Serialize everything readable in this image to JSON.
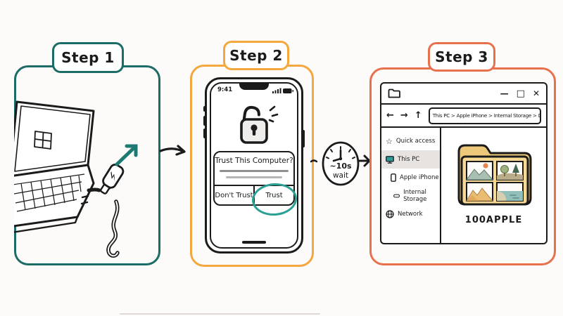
{
  "colors": {
    "step1_teal": "#1b6b66",
    "step2_amber": "#f3a73c",
    "step3_coral": "#e8714d",
    "trust_circle_teal": "#2aa094",
    "ink": "#1b1b1b",
    "folder_fill": "#f7d993",
    "folder_front": "#f9e0a0",
    "sidebar_highlight": "#e6e3e0"
  },
  "steps": [
    {
      "label": "Step 1"
    },
    {
      "label": "Step 2"
    },
    {
      "label": "Step 3"
    }
  ],
  "phone": {
    "status_time": "9:41",
    "dialog": {
      "title": "Trust This Computer?",
      "buttons": [
        {
          "label": "Don't Trust"
        },
        {
          "label": "Trust",
          "circled": true
        }
      ]
    }
  },
  "wait_badge": {
    "duration": "~10s",
    "label": "wait"
  },
  "icons": {
    "minimize": "—",
    "maximize": "□",
    "close": "✕",
    "back": "←",
    "forward": "→",
    "up": "↑",
    "dropdown": "∨",
    "star": "☆"
  },
  "explorer": {
    "address": "This PC > Apple iPhone > Internal Storage > DCIM",
    "sidebar": [
      {
        "label": "Quick access",
        "icon": "star-icon"
      },
      {
        "label": "This PC",
        "icon": "monitor-icon",
        "selected": true
      },
      {
        "label": "Apple iPhone",
        "icon": "phone-icon"
      },
      {
        "label": "Internal Storage",
        "icon": "drive-icon"
      },
      {
        "label": "Network",
        "icon": "globe-icon"
      }
    ],
    "folder_name": "100APPLE"
  }
}
